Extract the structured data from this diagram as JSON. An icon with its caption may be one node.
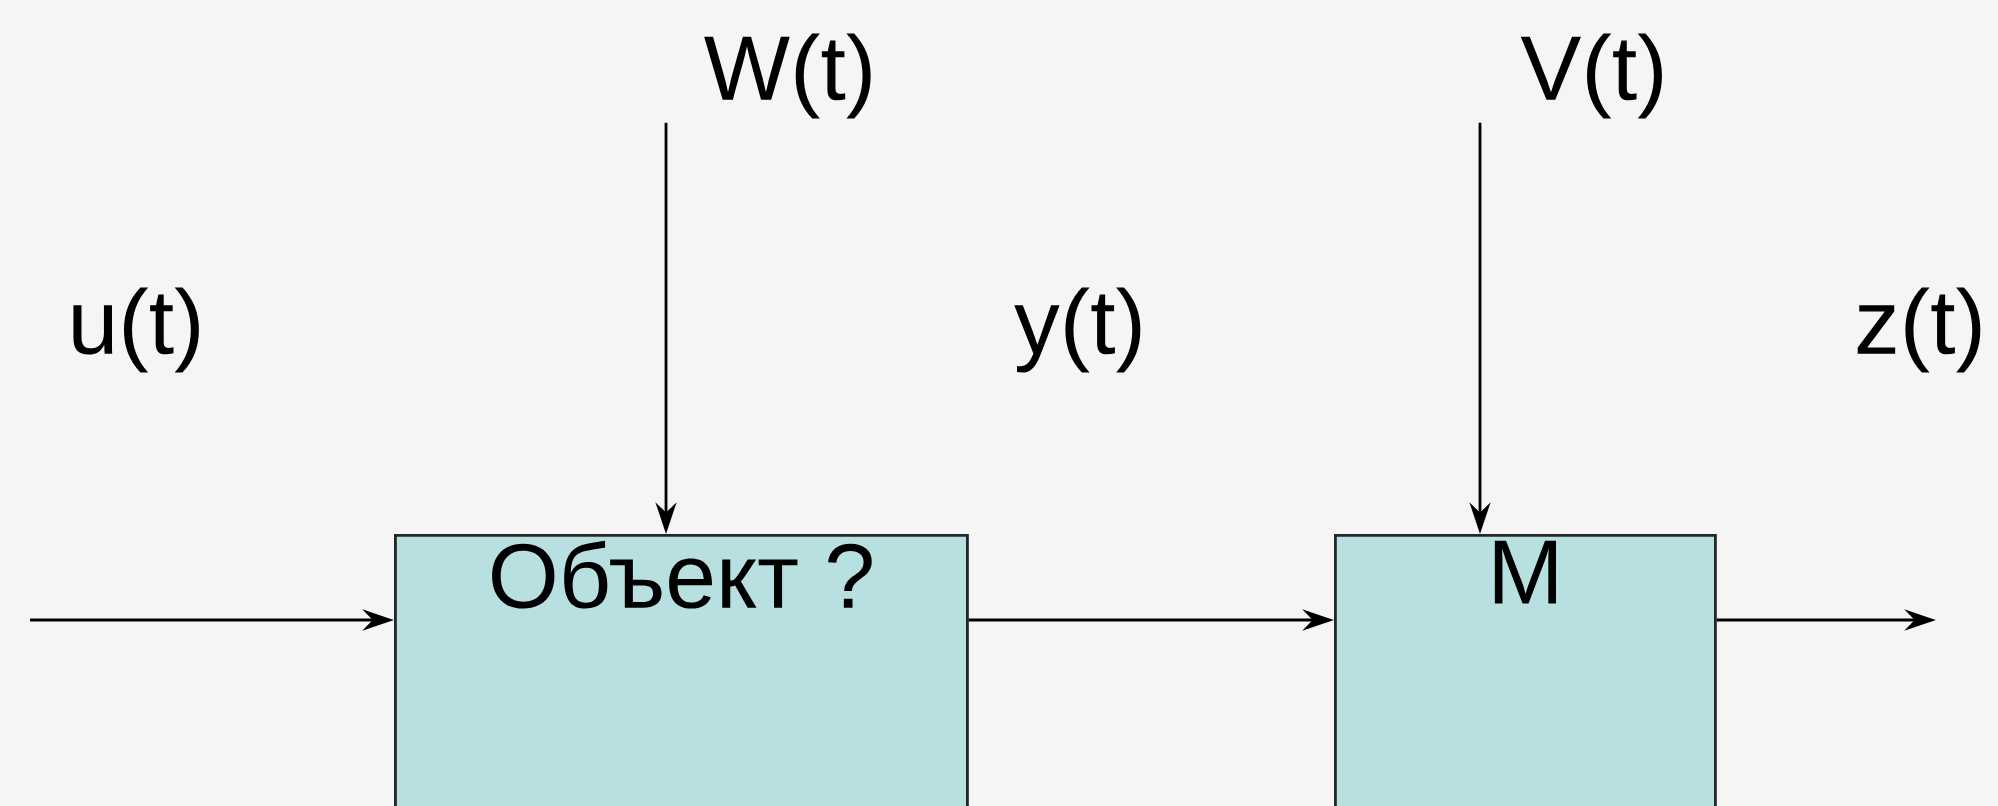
{
  "diagram": {
    "nodes": [
      {
        "text": [
          "Объект ?"
        ]
      },
      {
        "text": [
          "M"
        ]
      },
      {
        "text": [
          "W(t)"
        ]
      },
      {
        "text": [
          "V(t)"
        ]
      }
    ],
    "edges": [
      {
        "from": null,
        "to": 0,
        "arrow": "to",
        "label": "u(t)"
      },
      {
        "from": 0,
        "to": 1,
        "arrow": "to",
        "label": "y(t)"
      },
      {
        "from": 1,
        "to": null,
        "arrow": "to",
        "label": "z(t)"
      },
      {
        "from": 2,
        "to": 0,
        "arrow": "to"
      },
      {
        "from": 3,
        "to": 1,
        "arrow": "to"
      }
    ]
  }
}
